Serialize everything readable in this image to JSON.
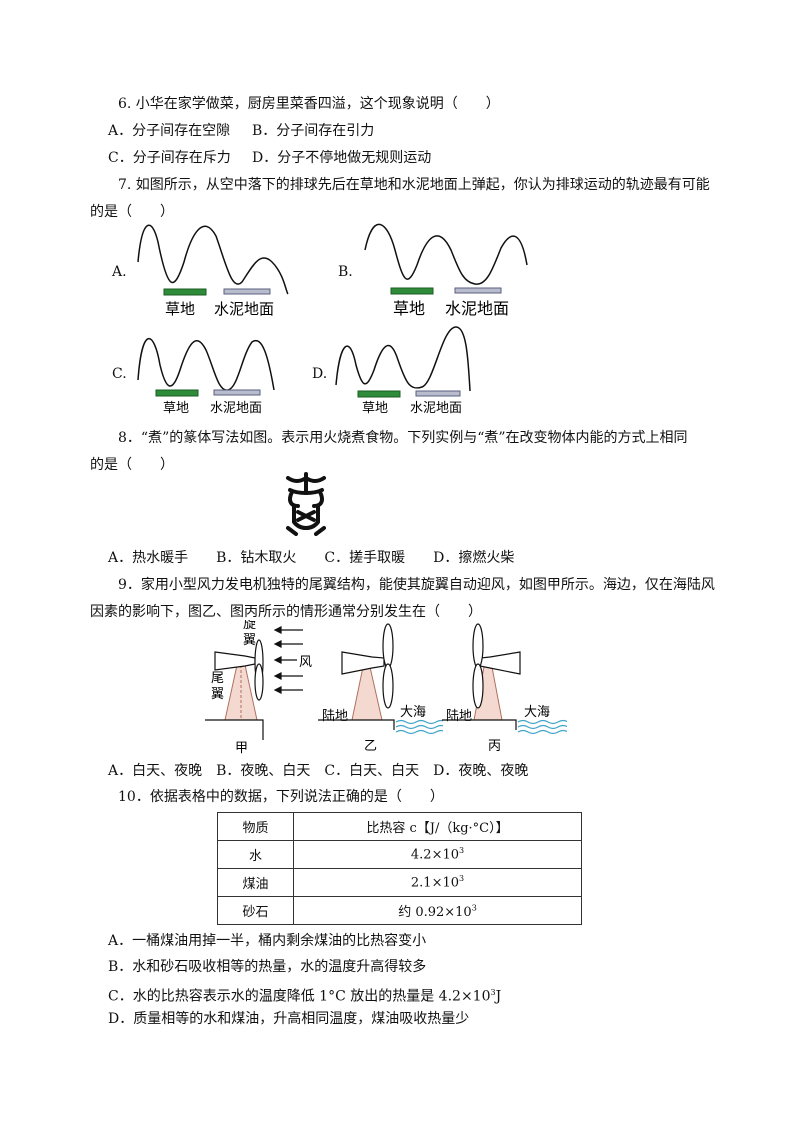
{
  "q6": {
    "stem": "6. 小华在家学做菜，厨房里菜香四溢，这个现象说明（　　）",
    "opt_a": "A．分子间存在空隙",
    "opt_b": "B．分子间存在引力",
    "opt_c": "C．分子间存在斥力",
    "opt_d": "D．分子不停地做无规则运动"
  },
  "q7": {
    "stem_1": "7. 如图所示，从空中落下的排球先后在草地和水泥地面上弹起，你认为排球运动的轨迹最有可能",
    "stem_2": "的是（　　）",
    "options": [
      "A.",
      "B.",
      "C.",
      "D."
    ],
    "grass": "草地",
    "cement": "水泥地面"
  },
  "q8": {
    "stem_1": "8．“煮”的篆体写法如图。表示用火烧煮食物。下列实例与“煮”在改变物体内能的方式上相同",
    "stem_2": "的是（　　）",
    "options": "A．热水暖手　　B．钻木取火　　C．搓手取暖　　D．擦燃火柴"
  },
  "q9": {
    "stem_1": "9．家用小型风力发电机独特的尾翼结构，能使其旋翼自动迎风，如图甲所示。海边，仅在海陆风",
    "stem_2": "因素的影响下，图乙、图丙所示的情形通常分别发生在（　　）",
    "rotor": "旋翼",
    "tail": "尾翼",
    "wind": "风",
    "land": "陆地",
    "sea": "大海",
    "jia": "甲",
    "yi": "乙",
    "bing": "丙",
    "options": "A．白天、夜晚　B．夜晚、白天　C．白天、白天　D．夜晚、夜晚"
  },
  "q10": {
    "stem": "10．依据表格中的数据，下列说法正确的是（　　）",
    "table": {
      "header": [
        "物质",
        "比热容 c【J/（kg·°C）】"
      ],
      "rows": [
        {
          "name": "水",
          "base": "4.2×10",
          "exp": "3"
        },
        {
          "name": "煤油",
          "base": "2.1×10",
          "exp": "3"
        },
        {
          "name": "砂石",
          "base": "约 0.92×10",
          "exp": "3"
        }
      ]
    },
    "opt_a": "A．一桶煤油用掉一半，桶内剩余煤油的比热容变小",
    "opt_b": "B．水和砂石吸收相等的热量，水的温度升高得较多",
    "opt_c_pre": "C．水的比热容表示水的温度降低 1°C 放出的热量是 4.2×10",
    "opt_c_exp": "3",
    "opt_c_unit": "J",
    "opt_d": "D．质量相等的水和煤油，升高相同温度，煤油吸收热量少"
  },
  "colors": {
    "grass": "#2e8b3a",
    "cement": "#b8bccc",
    "sea": "#3fa4c8",
    "pole": "#f3d9d0"
  }
}
